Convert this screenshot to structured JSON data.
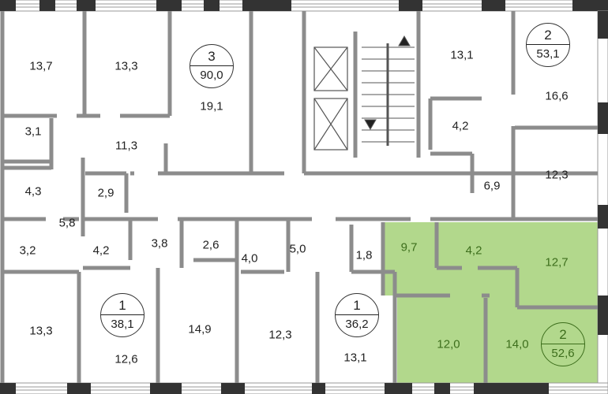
{
  "colors": {
    "wall": "#8c8c8c",
    "facade": "#333333",
    "highlight": "#b2d88c",
    "highlight_text": "#3d6e1c"
  },
  "apartments": [
    {
      "rooms": "3",
      "area": "90,0",
      "highlighted": false
    },
    {
      "rooms": "2",
      "area": "53,1",
      "highlighted": false
    },
    {
      "rooms": "1",
      "area": "38,1",
      "highlighted": false
    },
    {
      "rooms": "1",
      "area": "36,2",
      "highlighted": false
    },
    {
      "rooms": "2",
      "area": "52,6",
      "highlighted": true
    }
  ],
  "rooms": [
    "13,7",
    "13,3",
    "19,1",
    "3,1",
    "11,3",
    "4,3",
    "2,9",
    "5,8",
    "3,2",
    "4,2",
    "3,8",
    "2,6",
    "4,0",
    "5,0",
    "1,8",
    "13,3",
    "14,9",
    "12,3",
    "13,1",
    "12,6",
    "13,1",
    "16,6",
    "4,2",
    "12,3",
    "6,9",
    "9,7",
    "4,2",
    "12,7",
    "12,0",
    "14,0"
  ]
}
